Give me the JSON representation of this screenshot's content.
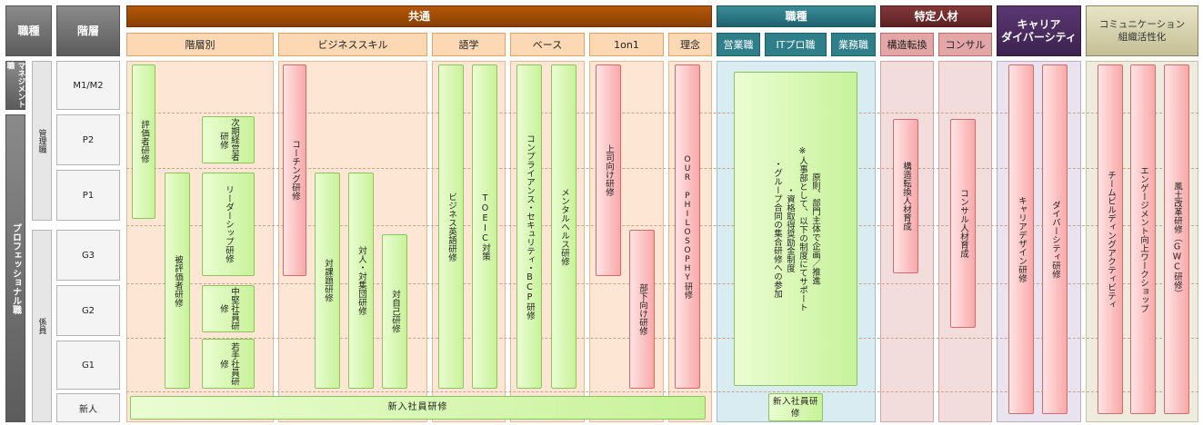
{
  "headers": {
    "job_type": "職種",
    "level": "階層",
    "common": "共通",
    "job": "職種",
    "special": "特定人材",
    "career": "キャリア\nダイバーシティ",
    "comm": "コミュニケーション\n組織活性化"
  },
  "subheaders": {
    "by_level": "階層別",
    "business": "ビジネススキル",
    "language": "語学",
    "base": "ベース",
    "oneonone": "1on1",
    "philosophy": "理念",
    "sales": "営業職",
    "it": "ITプロ職",
    "office": "業務職",
    "restructure": "構造転換",
    "consul": "コンサル"
  },
  "left": {
    "management": "マネジメント職",
    "professional": "プロフェッショナル職",
    "manager": "管理職",
    "staff": "係員"
  },
  "levels": [
    "M1/M2",
    "P2",
    "P1",
    "G3",
    "G2",
    "G1",
    "新人"
  ],
  "programs": {
    "evaluator": "評価者研修",
    "next_exec": "次期経営者研修",
    "evaluated": "被評価者研修",
    "leadership": "リーダーシップ研修",
    "mid_staff": "中堅社員研修",
    "young_staff": "若手社員研修",
    "coaching": "コーチング研修",
    "issue": "対課題研修",
    "interpersonal": "対人・対集団研修",
    "self": "対自己研修",
    "biz_english": "ビジネス英語研修",
    "toeic": "TOEIC対策",
    "compliance": "コンプライアンス・セキュリティ・BCP研修",
    "mental": "メンタルヘルス研修",
    "boss": "上司向け研修",
    "subordinate": "部下向け研修",
    "philosophy": "OUR PHILOSOPHY研修",
    "new_hire": "新入社員研修",
    "job_note": "原則、部門主体で企画／推進\n※人事部として、以下の制度にてサポート\n・資格取得奨励金制度\n・グループ合同の集合研修への参加",
    "new_hire_job": "新入社員研修",
    "restructure": "構造転換人材育成",
    "consul": "コンサル人材育成",
    "career_design": "キャリアデザイン研修",
    "diversity": "ダイバーシティ研修",
    "team_building": "チームビルディングアクティビティ",
    "engagement": "エンゲージメント向上ワークショップ",
    "culture": "風土改革研修（GWC研修）"
  },
  "colors": {
    "common": "#9c4a00",
    "job": "#2b7a86",
    "special": "#6e2a2a",
    "career": "#4a2a5e",
    "comm": "#4f4a30"
  }
}
